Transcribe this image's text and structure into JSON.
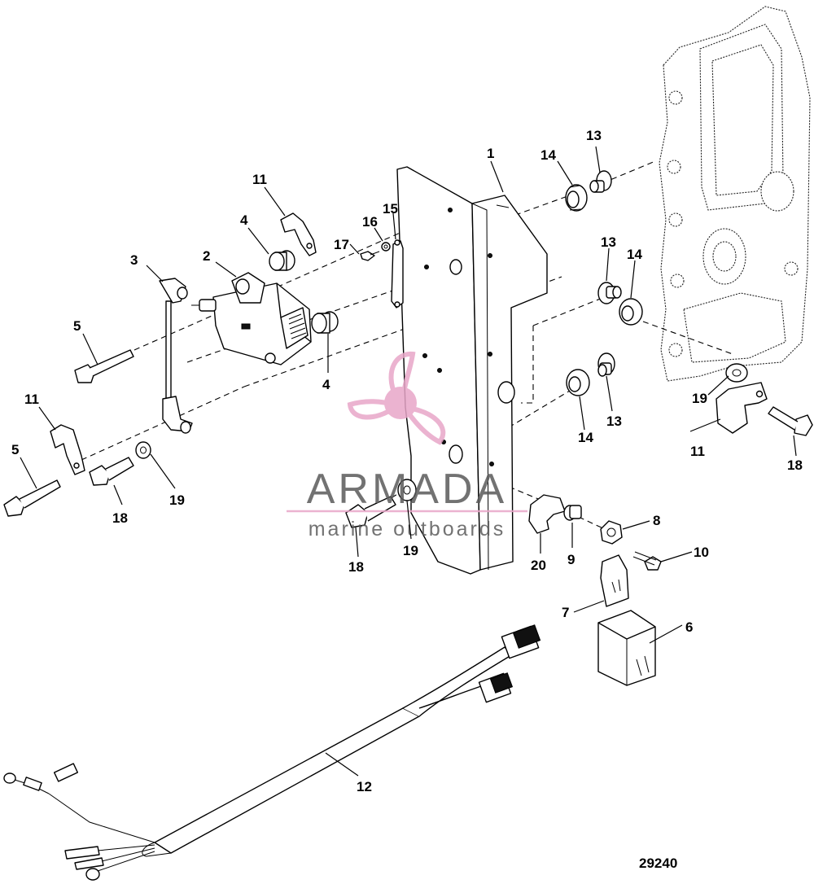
{
  "diagram": {
    "figure_number": "29240",
    "callouts": [
      {
        "id": "c1",
        "label": "1"
      },
      {
        "id": "c2",
        "label": "2"
      },
      {
        "id": "c3",
        "label": "3"
      },
      {
        "id": "c4a",
        "label": "4"
      },
      {
        "id": "c4b",
        "label": "4"
      },
      {
        "id": "c5a",
        "label": "5"
      },
      {
        "id": "c5b",
        "label": "5"
      },
      {
        "id": "c6",
        "label": "6"
      },
      {
        "id": "c7",
        "label": "7"
      },
      {
        "id": "c8",
        "label": "8"
      },
      {
        "id": "c9",
        "label": "9"
      },
      {
        "id": "c10",
        "label": "10"
      },
      {
        "id": "c11a",
        "label": "11"
      },
      {
        "id": "c11b",
        "label": "11"
      },
      {
        "id": "c11c",
        "label": "11"
      },
      {
        "id": "c12",
        "label": "12"
      },
      {
        "id": "c13a",
        "label": "13"
      },
      {
        "id": "c13b",
        "label": "13"
      },
      {
        "id": "c13c",
        "label": "13"
      },
      {
        "id": "c14a",
        "label": "14"
      },
      {
        "id": "c14b",
        "label": "14"
      },
      {
        "id": "c14c",
        "label": "14"
      },
      {
        "id": "c15",
        "label": "15"
      },
      {
        "id": "c16",
        "label": "16"
      },
      {
        "id": "c17",
        "label": "17"
      },
      {
        "id": "c18a",
        "label": "18"
      },
      {
        "id": "c18b",
        "label": "18"
      },
      {
        "id": "c18c",
        "label": "18"
      },
      {
        "id": "c19a",
        "label": "19"
      },
      {
        "id": "c19b",
        "label": "19"
      },
      {
        "id": "c19c",
        "label": "19"
      },
      {
        "id": "c20",
        "label": "20"
      }
    ]
  },
  "watermark": {
    "name": "ARMADA",
    "tagline": "marine outboards",
    "accent_color": "#e8a6c8"
  }
}
